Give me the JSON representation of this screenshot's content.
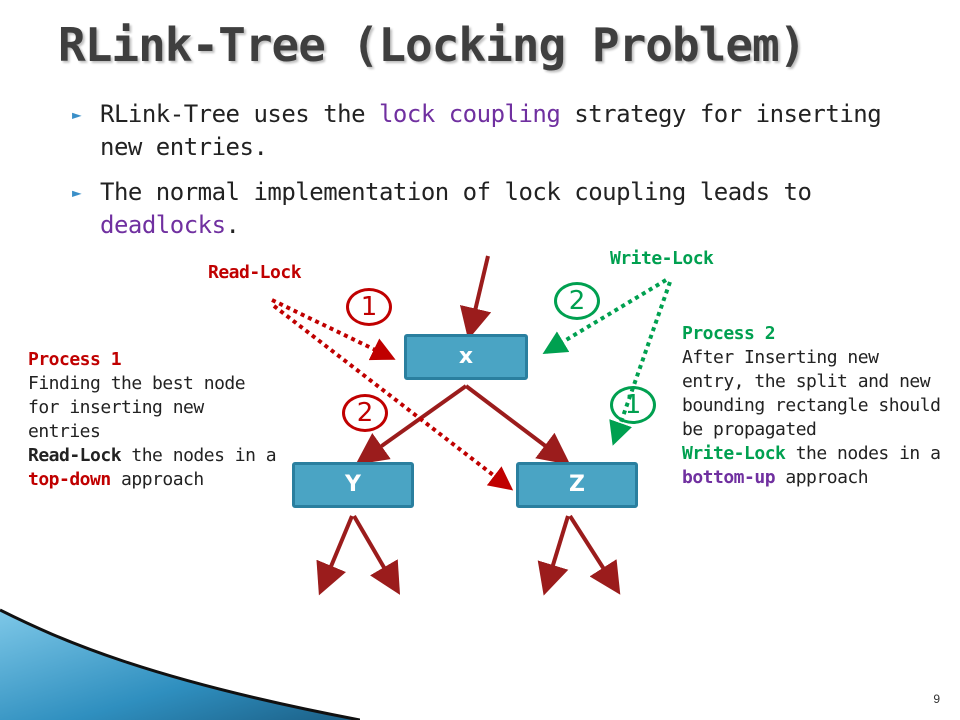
{
  "title": "RLink-Tree (Locking Problem)",
  "bullets": [
    {
      "pre": "RLink-Tree uses the ",
      "hl": "lock coupling",
      "post": " strategy for inserting new entries."
    },
    {
      "pre": "The normal implementation of lock coupling leads to ",
      "hl": "deadlocks",
      "post": "."
    }
  ],
  "labels": {
    "read_lock": "Read-Lock",
    "write_lock": "Write-Lock"
  },
  "nodes": {
    "x": "x",
    "y": "Y",
    "z": "Z"
  },
  "steps": {
    "red_1": "1",
    "red_2": "2",
    "green_1": "1",
    "green_2": "2"
  },
  "process1": {
    "heading": "Process 1",
    "desc": "Finding the best node for inserting new entries",
    "lock": "Read-Lock",
    "tail1": " the nodes in a ",
    "dir": "top-down",
    "tail2": " approach"
  },
  "process2": {
    "heading": "Process 2",
    "desc": "After Inserting new entry, the split and new bounding rectangle should be propagated",
    "lock": "Write-Lock",
    "tail1": " the nodes in a ",
    "dir": "bottom-up",
    "tail2": " approach"
  },
  "page_number": "9",
  "colors": {
    "read": "#c00000",
    "write": "#00a050",
    "tree": "#9b1c1c",
    "node": "#4aa4c4",
    "accent": "#7030a0"
  }
}
